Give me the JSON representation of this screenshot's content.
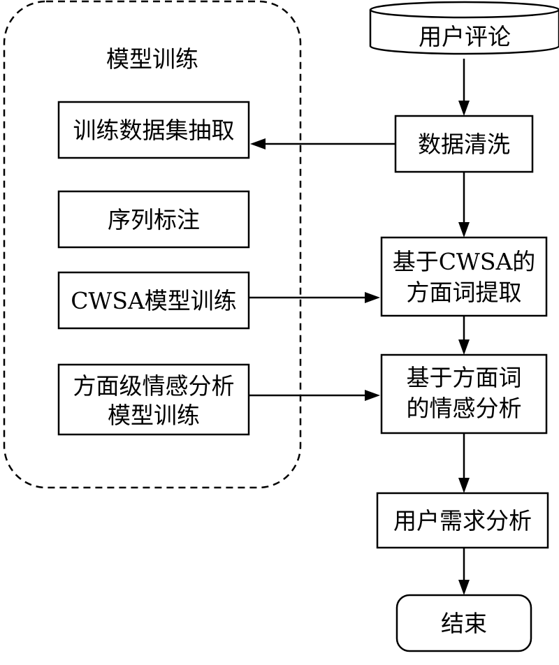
{
  "group": {
    "title": "模型训练"
  },
  "left_steps": {
    "extract": "训练数据集抽取",
    "labeling": "序列标注",
    "cwsa_training": "CWSA模型训练",
    "sentiment_training_line1": "方面级情感分析",
    "sentiment_training_line2": "模型训练"
  },
  "main_flow": {
    "source": "用户评论",
    "cleaning": "数据清洗",
    "aspect_extract_line1": "基于CWSA的",
    "aspect_extract_line2": "方面词提取",
    "sentiment_line1": "基于方面词",
    "sentiment_line2": "的情感分析",
    "needs": "用户需求分析",
    "end": "结束"
  }
}
